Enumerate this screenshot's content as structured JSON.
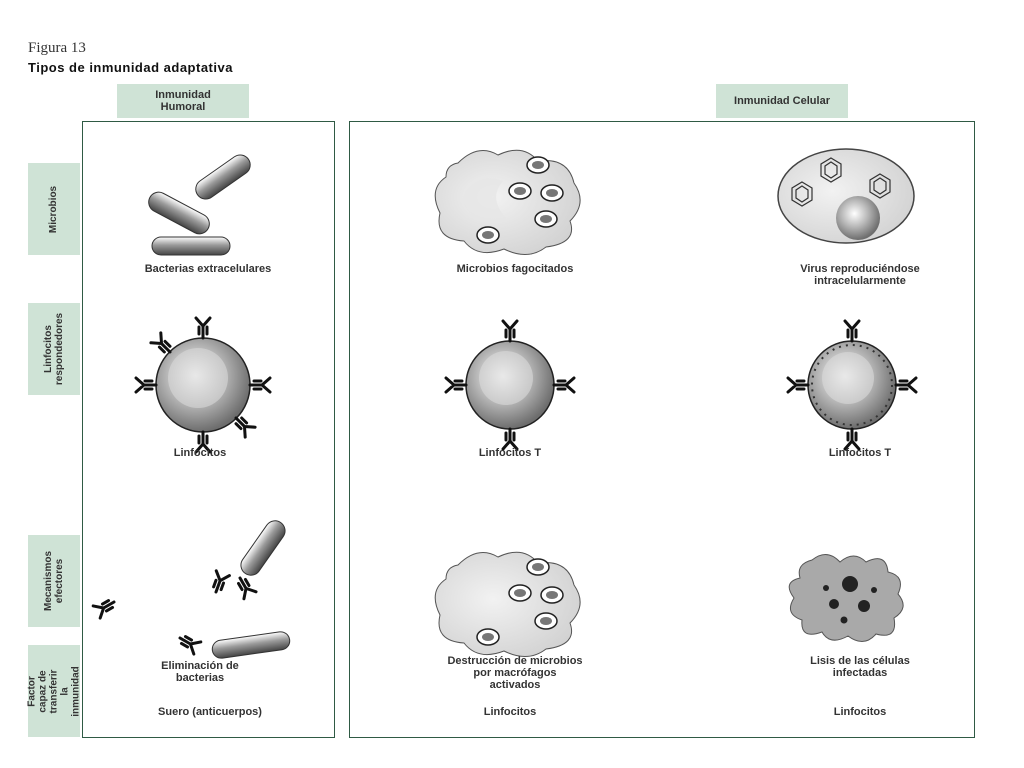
{
  "figure": {
    "number": "Figura 13",
    "title": "Tipos de inmunidad adaptativa"
  },
  "columns": {
    "humoral": "Inmunidad\nHumoral",
    "cellular": "Inmunidad Celular"
  },
  "rows": {
    "microbes": "Microbios",
    "lymphocytes": "Linfocitos\nrespondedores",
    "effectors": "Mecanismos\nefectores",
    "transfer": "Factor capaz de\ntransferir la\ninmunidad"
  },
  "cells": {
    "extracellular_bacteria": "Bacterias extracelulares",
    "phagocytosed_microbes": "Microbios fagocitados",
    "intracellular_virus": "Virus reproduciéndose\nintracelularmente",
    "lymphocytes": "Linfocitos",
    "t_lymphocytes_1": "Linfocitos T",
    "t_lymphocytes_2": "Linfocitos T",
    "bacteria_elimination": "Eliminación de\nbacterias",
    "microbe_destruction": "Destrucción de microbios\npor macrófagos\nactivados",
    "infected_cell_lysis": "Lisis de las células\ninfectadas"
  },
  "transfer_factors": {
    "humoral": "Suero (anticuerpos)",
    "cellular_1": "Linfocitos",
    "cellular_2": "Linfocitos"
  },
  "colors": {
    "header_fill": "#cfe3d6",
    "panel_border": "#2f5a44"
  }
}
